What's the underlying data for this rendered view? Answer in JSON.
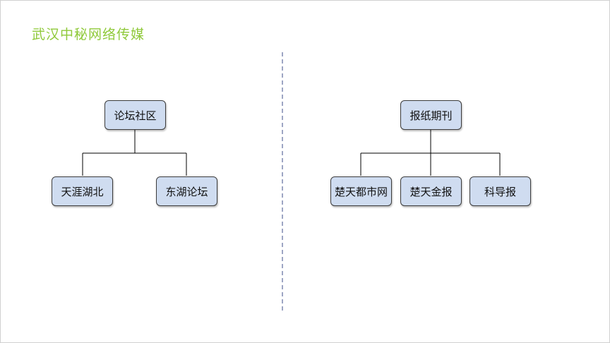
{
  "title": "武汉中秘网络传媒",
  "colors": {
    "title": "#8fc93a",
    "node_fill": "#cfdcf0",
    "node_border": "#3c3c3c",
    "divider": "#9ea6c4"
  },
  "left_tree": {
    "root": "论坛社区",
    "children": [
      "天涯湖北",
      "东湖论坛"
    ]
  },
  "right_tree": {
    "root": "报纸期刊",
    "children": [
      "楚天都市网",
      "楚天金报",
      "科导报"
    ]
  }
}
